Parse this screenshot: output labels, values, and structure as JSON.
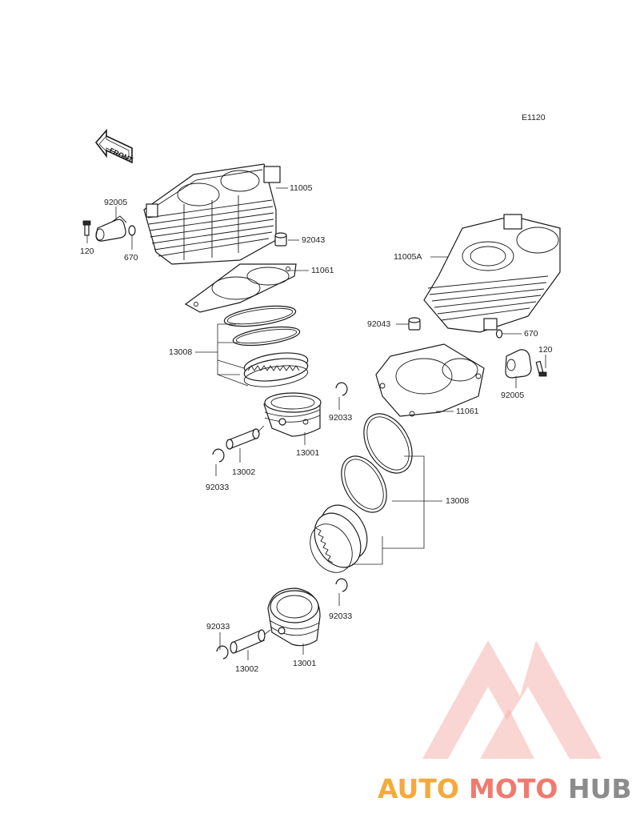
{
  "diagram": {
    "code": "E1120",
    "front_label": "FRONT",
    "upper_assembly": {
      "cylinder": "11005",
      "cylinder_gasket": "11061",
      "dowel_pin": "92043",
      "ring_set": "13008",
      "piston": "13001",
      "piston_pin": "13002",
      "circlip_right": "92033",
      "circlip_left": "92033",
      "water_fitting": "92005",
      "bolt": "120",
      "o_ring": "670"
    },
    "lower_assembly": {
      "cylinder": "11005A",
      "cylinder_gasket": "11061",
      "dowel_pin": "92043",
      "o_ring": "670",
      "bolt": "120",
      "water_fitting": "92005",
      "ring_set": "13008",
      "piston": "13001",
      "piston_pin": "13002",
      "circlip_right": "92033",
      "circlip_left": "92033"
    }
  },
  "watermark": {
    "text_part1": "AUTO",
    "text_part2": "MOTO",
    "text_part3": "HUB",
    "color_part1": "#f6a93b",
    "color_part2": "#f07a6e",
    "color_part3": "#8c8c8c",
    "logo_color": "#f08c82"
  }
}
